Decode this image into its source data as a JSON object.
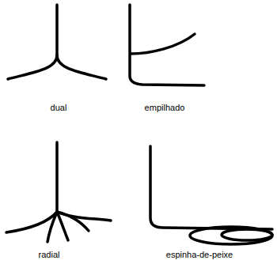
{
  "diagram": {
    "labels": [
      "dual",
      "empilhado",
      "radial",
      "espinha-de-peixe"
    ]
  }
}
